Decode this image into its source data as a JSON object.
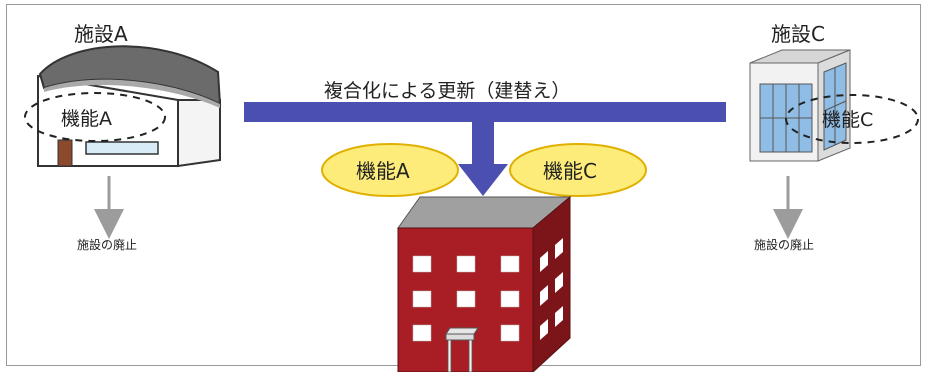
{
  "facility_a": {
    "title": "施設A",
    "function_label": "機能A",
    "status": "施設の廃止"
  },
  "facility_c": {
    "title": "施設C",
    "function_label": "機能C",
    "status": "施設の廃止"
  },
  "bar_label": "複合化による更新（建替え）",
  "combined": {
    "function_a": "機能A",
    "function_c": "機能C"
  },
  "colors": {
    "bar": "#4a4fb0",
    "ellipse_fill": "#fdec7a",
    "ellipse_stroke": "#e0b000",
    "building_red": "#a81e24",
    "glass_blue": "#8fbde6"
  }
}
